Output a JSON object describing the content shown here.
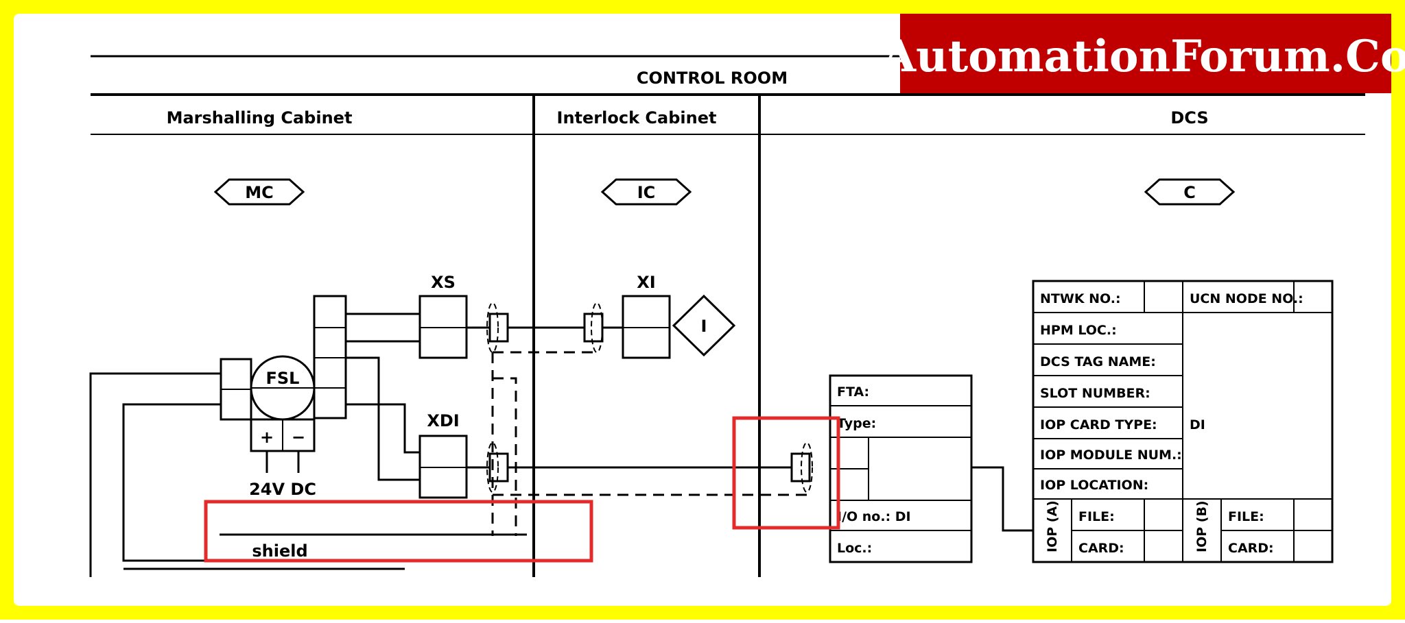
{
  "header": {
    "title": "CONTROL ROOM",
    "sections": {
      "marshalling": "Marshalling Cabinet",
      "interlock": "Interlock Cabinet",
      "dcs": "DCS"
    }
  },
  "tags": {
    "mc": "MC",
    "ic": "IC",
    "dcs": "C"
  },
  "components": {
    "xs": "XS",
    "xi": "XI",
    "xdi": "XDI",
    "fsl": "FSL",
    "lamp": "I",
    "plus": "+",
    "minus": "−",
    "supply": "24V DC",
    "shield": "shield"
  },
  "fta_box": {
    "fta": "FTA:",
    "type": "Type:",
    "io_no": "I/O no.: DI",
    "loc": "Loc.:"
  },
  "dcs_table": {
    "ntwk": "NTWK NO.:",
    "ucn": "UCN NODE NO.:",
    "hpm_loc": "HPM LOC.:",
    "tag": "DCS TAG NAME:",
    "slot": "SLOT NUMBER:",
    "card_type": "IOP CARD TYPE:",
    "card_type_value": "DI",
    "module": "IOP MODULE NUM.:",
    "location": "IOP LOCATION:",
    "iop_a": "IOP (A)",
    "iop_b": "IOP (B)",
    "file": "FILE:",
    "card": "CARD:"
  },
  "watermark": "AutomationForum.Co",
  "colors": {
    "frame": "#ffff00",
    "watermark_bg": "#c00000",
    "highlight": "#e32b2b"
  }
}
